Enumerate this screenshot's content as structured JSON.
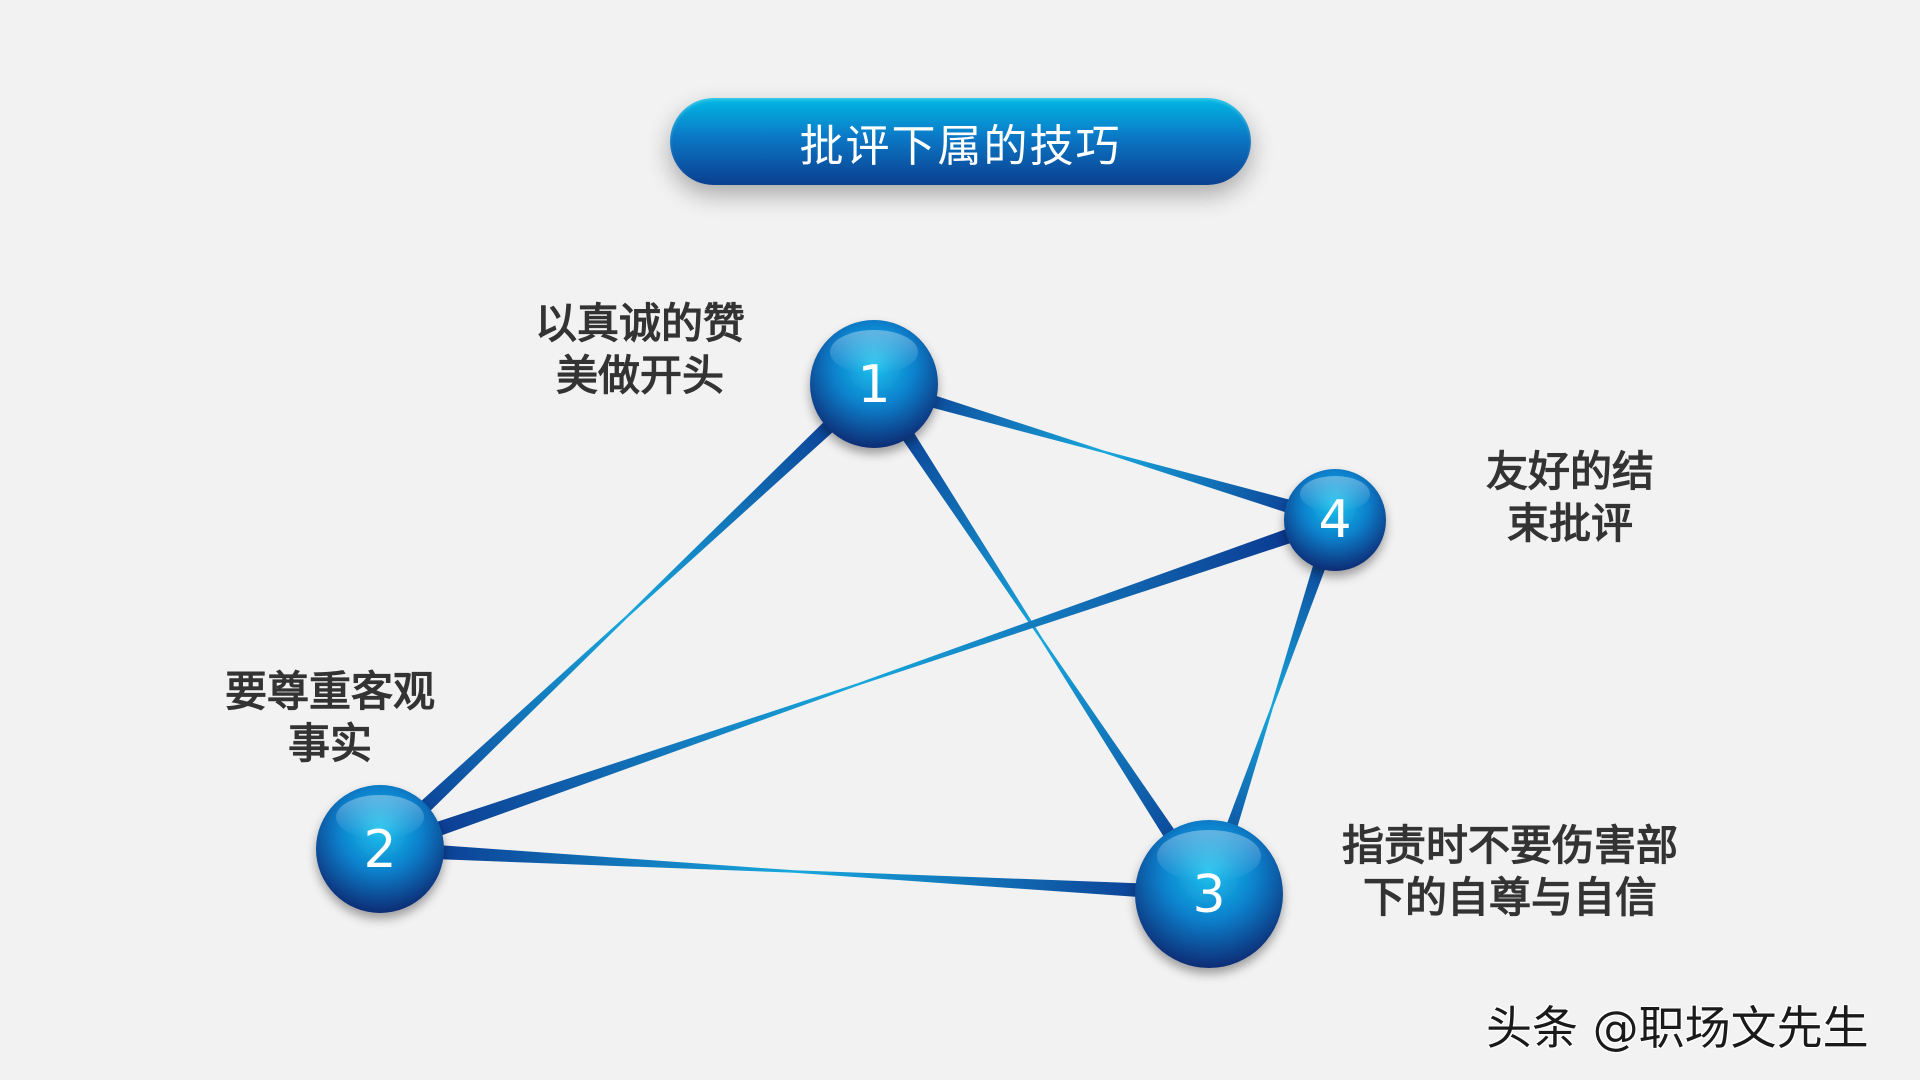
{
  "title": "批评下属的技巧",
  "nodes": [
    {
      "id": "1",
      "label": "1",
      "text_line1": "以真诚的赞",
      "text_line2": "美做开头"
    },
    {
      "id": "2",
      "label": "2",
      "text_line1": "要尊重客观",
      "text_line2": "事实"
    },
    {
      "id": "3",
      "label": "3",
      "text_line1": "指责时不要伤害部",
      "text_line2": "下的自尊与自信"
    },
    {
      "id": "4",
      "label": "4",
      "text_line1": "友好的结",
      "text_line2": "束批评"
    }
  ],
  "edges": [
    {
      "from": "1",
      "to": "2"
    },
    {
      "from": "1",
      "to": "3"
    },
    {
      "from": "1",
      "to": "4"
    },
    {
      "from": "2",
      "to": "3"
    },
    {
      "from": "2",
      "to": "4"
    },
    {
      "from": "3",
      "to": "4"
    }
  ],
  "colors": {
    "node_top": "#0db7e3",
    "node_mid": "#0a77c4",
    "node_bottom": "#0a2f7a",
    "edge_dark": "#0a2f8a",
    "edge_light": "#18a8dc",
    "text": "#333333",
    "background": "#f2f2f2"
  },
  "watermark": "头条 @职场文先生"
}
